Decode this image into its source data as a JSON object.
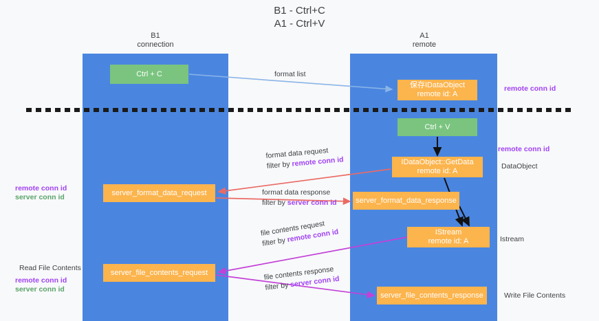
{
  "title": {
    "line1": "B1 - Ctrl+C",
    "line2": "A1 - Ctrl+V"
  },
  "columns": [
    {
      "name": "B1",
      "sub": "connection",
      "color": "#4a86e0"
    },
    {
      "name": "A1",
      "sub": "remote",
      "color": "#4a86e0"
    }
  ],
  "colors": {
    "band": "#4a86e0",
    "green_node": "#7ac47f",
    "orange_node": "#fcb44d",
    "purple_text": "#a142f4",
    "green_text": "#5aa469",
    "red_arrow": "#ea6a65",
    "magenta_arrow": "#c341d8",
    "blue_arrow": "#8ab4e8",
    "black_arrow": "#000000",
    "divider": "#1a1a1a"
  },
  "nodes": {
    "ctrl_c": "Ctrl + C",
    "save_dataobject_l1": "保存IDataObject",
    "save_dataobject_l2": "remote id: A",
    "ctrl_v": "Ctrl + V",
    "getdata_l1": "IDataObject::GetData",
    "getdata_l2": "remote id: A",
    "server_format_data_request": "server_format_data_request",
    "server_format_data_response": "server_format_data_response",
    "istream_l1": "IStream",
    "istream_l2": "remote id: A",
    "server_file_contents_request": "server_file_contents_request",
    "server_file_contents_response": "server_file_contents_response"
  },
  "annotations": {
    "right_remote_conn_id_top": "remote conn id",
    "right_remote_conn_id_mid": "remote conn id",
    "right_dataobject": "DataObject",
    "right_istream": "Istream",
    "right_write_file_contents": "Write File Contents",
    "left_remote_conn_id_1": "remote conn id",
    "left_server_conn_id_1": "server conn id",
    "left_read_file_contents": "Read File Contents",
    "left_remote_conn_id_2": "remote conn id",
    "left_server_conn_id_2": "server conn id"
  },
  "edges": {
    "format_list": "format list",
    "format_data_request": "format data request",
    "format_data_request_filter_prefix": "filter by ",
    "format_data_request_filter_key": "remote conn id",
    "format_data_response": "format data response",
    "format_data_response_filter_prefix": "filter by ",
    "format_data_response_filter_key": "server conn id",
    "file_contents_request": "file contents request",
    "file_contents_request_filter_prefix": "filter by ",
    "file_contents_request_filter_key": "remote conn id",
    "file_contents_response": "file contents response",
    "file_contents_response_filter_prefix": "filter by ",
    "file_contents_response_filter_key": "server conn id"
  }
}
